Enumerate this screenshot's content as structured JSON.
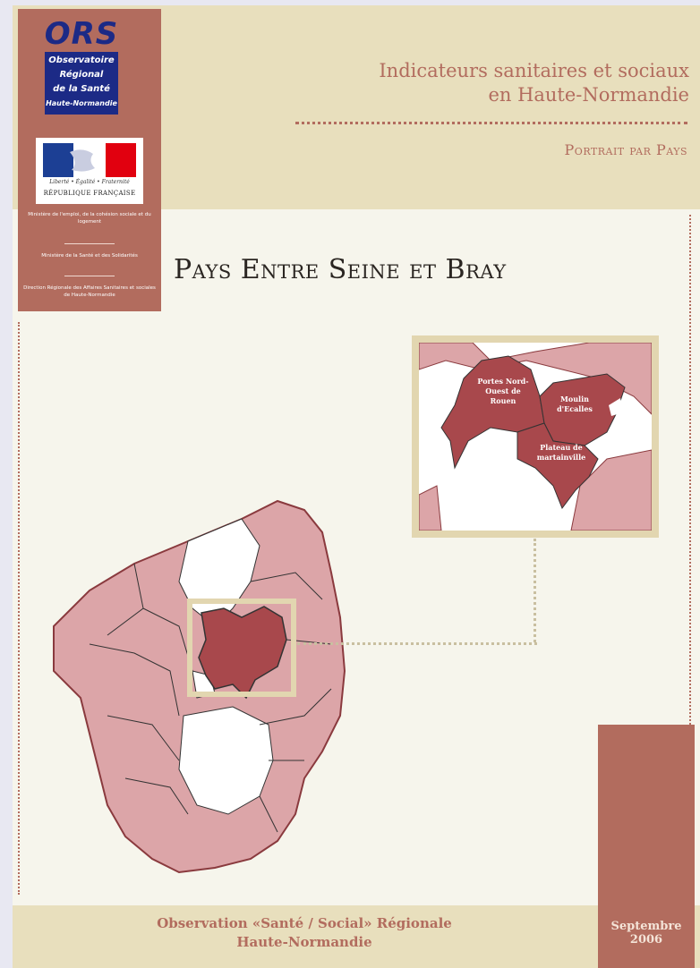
{
  "header": {
    "title_line1": "Indicateurs sanitaires et sociaux",
    "title_line2": "en Haute-Normandie",
    "subtitle": "Portrait par Pays"
  },
  "logos": {
    "ors_acronym": "ORS",
    "ors_line1": "Observatoire",
    "ors_line2": "Régional",
    "ors_line3": "de la Santé",
    "ors_line4": "Haute-Normandie",
    "rf_motto": "Liberté • Égalité • Fraternité",
    "rf_name": "RÉPUBLIQUE FRANÇAISE"
  },
  "ministries": [
    "Ministère de l'emploi, de la cohésion sociale et du logement",
    "Ministère de la Santé et des Solidarités",
    "Direction Régionale des Affaires Sanitaires et sociales de Haute-Normandie"
  ],
  "pays_title": "Pays Entre Seine et Bray",
  "inset": {
    "label_portes": "Portes Nord-Ouest de Rouen",
    "label_moulin": "Moulin d'Ecalles",
    "label_plateau": "Plateau de martainville"
  },
  "footer": {
    "line1": "Observation «Santé / Social» Régionale",
    "line2": "Haute-Normandie",
    "date_month": "Septembre",
    "date_year": "2006"
  },
  "colors": {
    "brand": "#b26c5e",
    "band": "#e8dfbd",
    "map_fill": "#dca5a8",
    "map_highlight": "#a8484c"
  }
}
